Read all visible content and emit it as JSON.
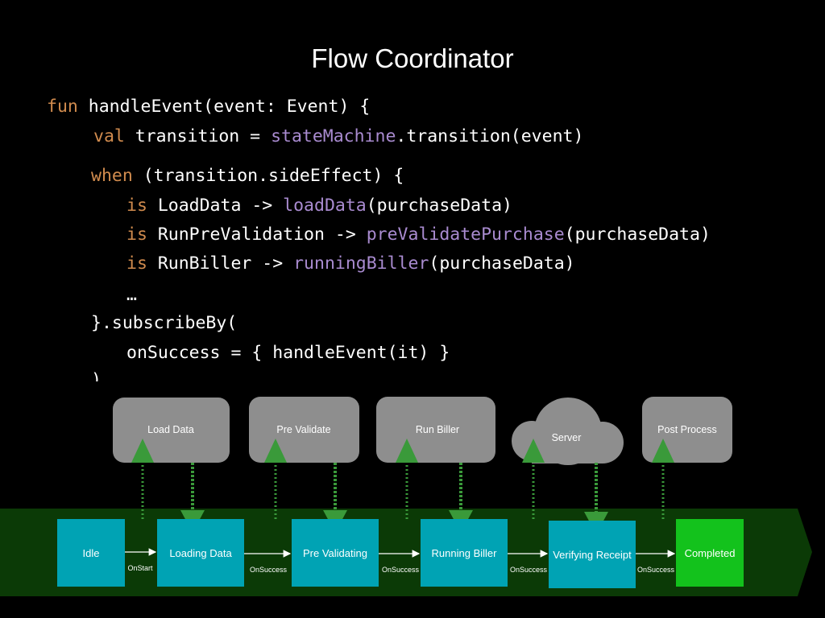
{
  "title": "Flow Coordinator",
  "code": {
    "l1_kw": "fun",
    "l1_rest": " handleEvent(event: Event) {",
    "l2_kw": "val",
    "l2_mid": " transition = ",
    "l2_fn": "stateMachine",
    "l2_rest": ".transition(event)",
    "l3_kw": "when",
    "l3_rest": " (transition.sideEffect) {",
    "l4_kw": "is",
    "l4_mid": " LoadData -> ",
    "l4_fn": "loadData",
    "l4_rest": "(purchaseData)",
    "l5_kw": "is",
    "l5_mid": " RunPreValidation -> ",
    "l5_fn": "preValidatePurchase",
    "l5_rest": "(purchaseData)",
    "l6_kw": "is",
    "l6_mid": " RunBiller -> ",
    "l6_fn": "runningBiller",
    "l6_rest": "(purchaseData)",
    "l7": "…",
    "l8": "}.subscribeBy(",
    "l9": "onSuccess = { handleEvent(it) }",
    "l10": ")"
  },
  "side_effects": {
    "load_data": "Load Data",
    "pre_validate": "Pre Validate",
    "run_biller": "Run Biller",
    "server": "Server",
    "post_process": "Post Process"
  },
  "states": {
    "idle": "Idle",
    "loading_data": "Loading Data",
    "pre_validating": "Pre Validating",
    "running_biller": "Running Biller",
    "verifying_receipt": "Verifying Receipt",
    "completed": "Completed"
  },
  "events": {
    "on_start": "OnStart",
    "on_success_1": "OnSuccess",
    "on_success_2": "OnSuccess",
    "on_success_3": "OnSuccess",
    "on_success_4": "OnSuccess"
  },
  "colors": {
    "state_box": "#00a3b4",
    "completed_box": "#13c21c",
    "band": "#0b3a06",
    "side_effect_box": "#8e8e8e",
    "arrow_green": "#3a9a3a",
    "keyword": "#d08b4e",
    "function": "#a98bd0"
  }
}
